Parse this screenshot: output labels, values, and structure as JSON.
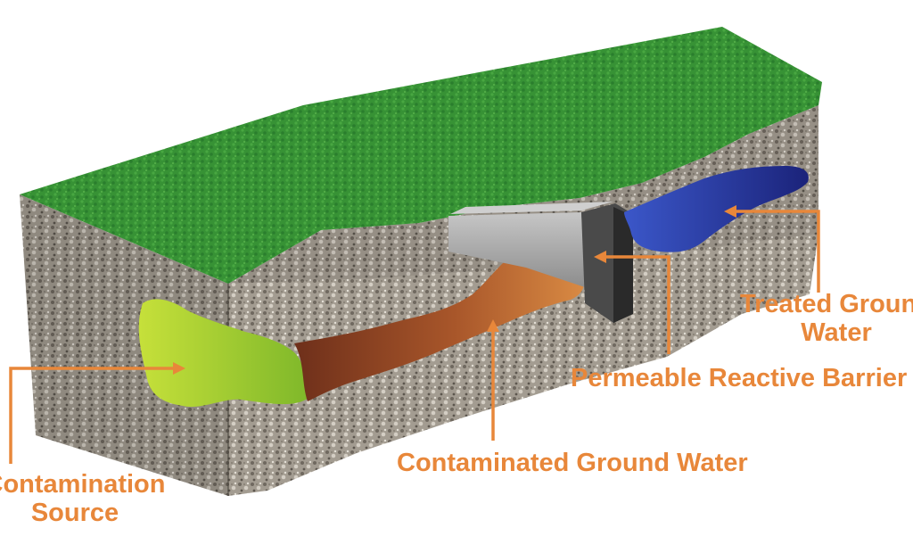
{
  "labels": {
    "treated_line1": "Treated Ground",
    "treated_line2": "Water",
    "barrier": "Permeable Reactive Barrier",
    "contaminated": "Contaminated Ground Water",
    "source_line1": "Contamination",
    "source_line2": "Source"
  },
  "colors": {
    "label": "#e8873a",
    "arrow": "#e8873a",
    "grass": "#3aa63a",
    "soil": "#a49d92",
    "treated_water": "#2c3aa6",
    "contaminated_water": "#a8552a",
    "source": "#a6cc22",
    "barrier": "#9a9a9a"
  }
}
